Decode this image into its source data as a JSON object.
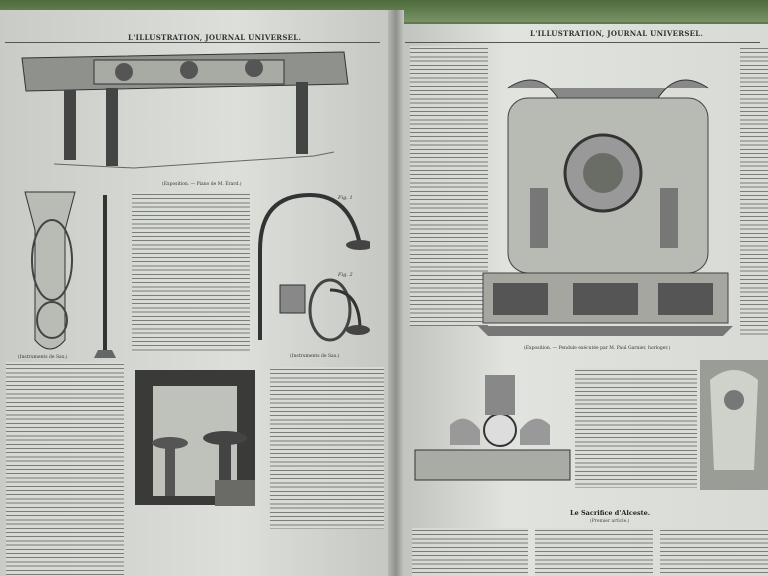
{
  "left_page": {
    "header": "L'ILLUSTRATION, JOURNAL UNIVERSEL.",
    "piano_caption": "(Exposition. — Piano de M. Érard.)",
    "sax_caption_left": "(Instruments de Sax.)",
    "sax_caption_right": "(Instruments de Sax.)",
    "fig1": "Fig. 1",
    "fig2": "Fig. 2"
  },
  "right_page": {
    "header": "L'ILLUSTRATION, JOURNAL UNIVERSEL.",
    "clock_caption": "(Exposition. — Pendule exécutée par M. Paul Garnier, horloger.)",
    "article_title": "Le Sacrifice d'Alceste.",
    "article_subtitle": "(Premier article.)"
  }
}
